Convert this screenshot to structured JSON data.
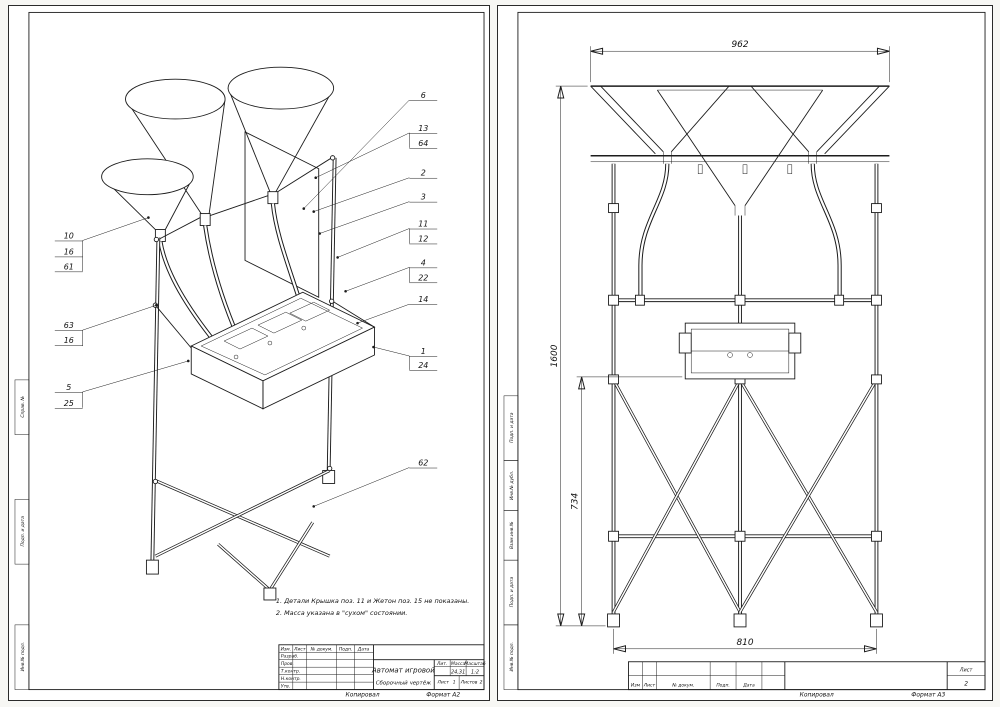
{
  "left_sheet": {
    "format": "Формат А2",
    "copied": "Копировал",
    "notes": [
      "1. Детали Крышка поз. 11 и Жетон поз. 15 не показаны.",
      "2. Масса указана в \"сухом\" состоянии."
    ],
    "callouts_left": [
      "10",
      "16",
      "61",
      "63",
      "16",
      "5",
      "25"
    ],
    "callouts_right": [
      "6",
      "13",
      "64",
      "2",
      "3",
      "11",
      "12",
      "4",
      "22",
      "14",
      "1",
      "24",
      "62"
    ],
    "side_labels": [
      "Справ. №",
      "Подп. и дата",
      "Инв.№ подл."
    ],
    "title_block": {
      "headers": [
        "Изм.",
        "Лист",
        "№ докум.",
        "Подп.",
        "Дата"
      ],
      "roles": [
        "Разраб.",
        "Пров.",
        "Т.контр.",
        "Н.контр.",
        "Утв."
      ],
      "title": "Автомат игровой",
      "subtitle": "Сборочный чертёж",
      "lit": "Лит.",
      "mass": "Масса",
      "scale": "Масштаб",
      "mass_value": "24,31",
      "scale_value": "1:2",
      "sheet": "Лист",
      "sheet_value": "1",
      "sheets": "Листов",
      "sheets_value": "2"
    }
  },
  "right_sheet": {
    "format": "Формат А3",
    "copied": "Копировал",
    "sheet_label": "Лист",
    "sheet_value": "2",
    "headers": [
      "Изм",
      "Лист",
      "№ докум.",
      "Подп.",
      "Дата"
    ],
    "side_labels": [
      "Подп. и дата",
      "Инв.№ дубл.",
      "Взам.инв.№",
      "Подп. и дата",
      "Инв.№ подл."
    ],
    "dims": {
      "width_top": "962",
      "height_total": "1600",
      "height_lower": "734",
      "width_bottom": "810"
    }
  }
}
